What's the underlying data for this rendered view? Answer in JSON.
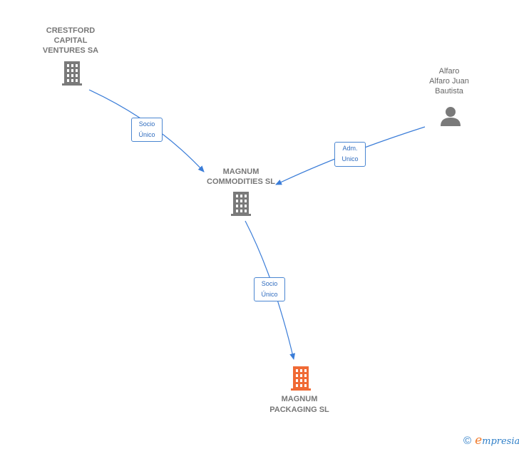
{
  "nodes": {
    "crestford": {
      "lines": [
        "CRESTFORD",
        "CAPITAL",
        "VENTURES SA"
      ],
      "icon": "building-icon"
    },
    "alfaro": {
      "lines": [
        "Alfaro",
        "Alfaro Juan",
        "Bautista"
      ],
      "icon": "person-icon"
    },
    "commodities": {
      "lines": [
        "MAGNUM",
        "COMMODITIES SL"
      ],
      "icon": "building-icon"
    },
    "packaging": {
      "lines": [
        "MAGNUM",
        "PACKAGING SL"
      ],
      "icon": "building-icon",
      "highlight_color": "#f06a35"
    }
  },
  "edges": {
    "e1": {
      "lines": [
        "Socio",
        "Único"
      ]
    },
    "e2": {
      "lines": [
        "Adm.",
        "Unico"
      ]
    },
    "e3": {
      "lines": [
        "Socio",
        "Único"
      ]
    }
  },
  "colors": {
    "node_gray": "#7a7a7a",
    "edge_blue": "#3b7dd8",
    "accent_orange": "#f06a35"
  },
  "brand": {
    "copyright": "©",
    "e": "e",
    "rest": "mpresia"
  }
}
